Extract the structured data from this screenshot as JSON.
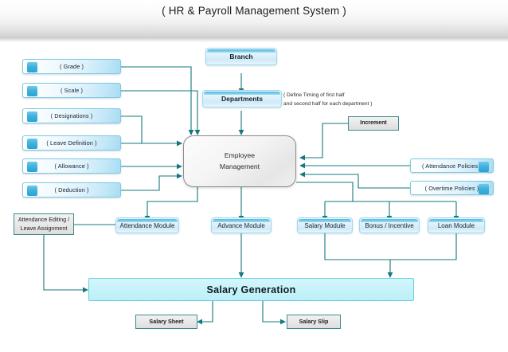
{
  "header": {
    "title": "( HR & Payroll Management System )"
  },
  "diagram": {
    "note": "( Define Timing of first half\n   and second half for each department )",
    "left_nodes": [
      {
        "label": "( Grade )"
      },
      {
        "label": "( Scale )"
      },
      {
        "label": "( Designations )"
      },
      {
        "label": "( Leave Definition )"
      },
      {
        "label": "( Allowance )"
      },
      {
        "label": "( Deduction )"
      }
    ],
    "center_nodes": [
      {
        "label": "Branch"
      },
      {
        "label": "Departments"
      },
      {
        "label": "Employee\nManagement"
      }
    ],
    "right_nodes": [
      {
        "label": "Increment"
      },
      {
        "label": "( Attendance Policies )"
      },
      {
        "label": "( Overtime Policies )"
      }
    ],
    "modules": [
      {
        "label": "Attendance Editing /\nLeave Assignment"
      },
      {
        "label": "Attendance Module"
      },
      {
        "label": "Advance Module"
      },
      {
        "label": "Salary Module"
      },
      {
        "label": "Bonus /  Incentive"
      },
      {
        "label": "Loan Module"
      }
    ],
    "output_bar": {
      "label": "Salary Generation"
    },
    "outputs": [
      {
        "label": "Salary Sheet"
      },
      {
        "label": "Salary Slip"
      }
    ],
    "colors": {
      "connector": "#15787e",
      "pill_accent": "#2ba2d2",
      "cyan_bar": "#c8f3fa",
      "header_band": "#e8e8e8"
    }
  }
}
